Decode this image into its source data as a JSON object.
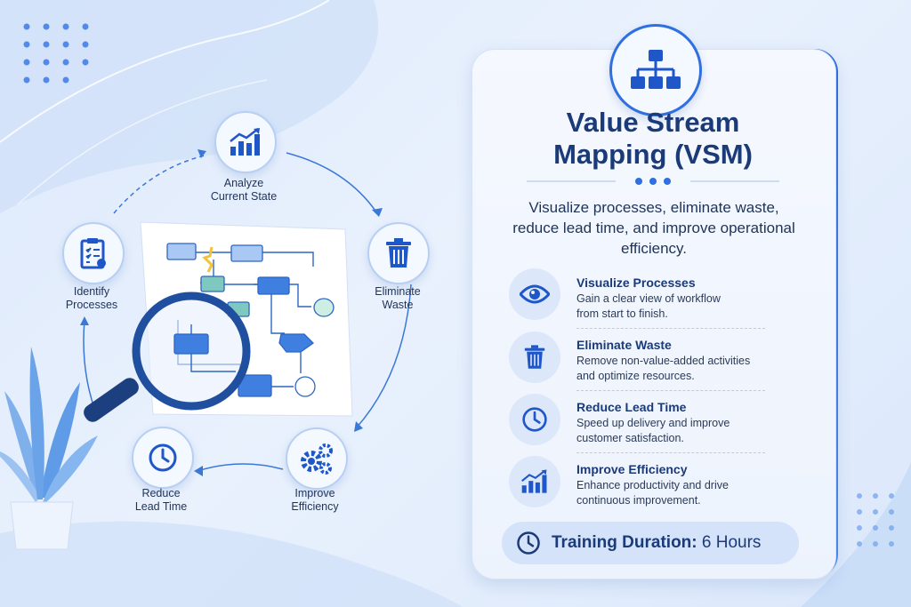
{
  "cycle": {
    "steps": [
      {
        "label_line1": "Analyze",
        "label_line2": "Current State",
        "icon": "bar-chart-icon"
      },
      {
        "label_line1": "Eliminate",
        "label_line2": "Waste",
        "icon": "trash-icon"
      },
      {
        "label_line1": "Improve",
        "label_line2": "Efficiency",
        "icon": "gears-icon"
      },
      {
        "label_line1": "Reduce",
        "label_line2": "Lead Time",
        "icon": "clock-icon"
      },
      {
        "label_line1": "Identify",
        "label_line2": "Processes",
        "icon": "clipboard-icon"
      }
    ]
  },
  "card": {
    "header_icon": "hierarchy-icon",
    "title_line1": "Value Stream",
    "title_line2": "Mapping (VSM)",
    "description": "Visualize processes, eliminate waste, reduce lead time, and improve operational efficiency.",
    "features": [
      {
        "title": "Visualize Processes",
        "desc_line1": "Gain a clear view of workflow",
        "desc_line2": "from start to finish.",
        "icon": "eye-icon"
      },
      {
        "title": "Eliminate Waste",
        "desc_line1": "Remove non-value-added activities",
        "desc_line2": "and optimize resources.",
        "icon": "trash-icon"
      },
      {
        "title": "Reduce Lead Time",
        "desc_line1": "Speed up delivery and improve",
        "desc_line2": "customer satisfaction.",
        "icon": "clock-icon"
      },
      {
        "title": "Improve Efficiency",
        "desc_line1": "Enhance productivity and drive",
        "desc_line2": "continuous improvement.",
        "icon": "growth-chart-icon"
      }
    ],
    "duration_label": "Training Duration:",
    "duration_value": "6 Hours"
  },
  "colors": {
    "primary": "#1b3a78",
    "accent": "#2f6fe0",
    "background": "#e6effc"
  }
}
